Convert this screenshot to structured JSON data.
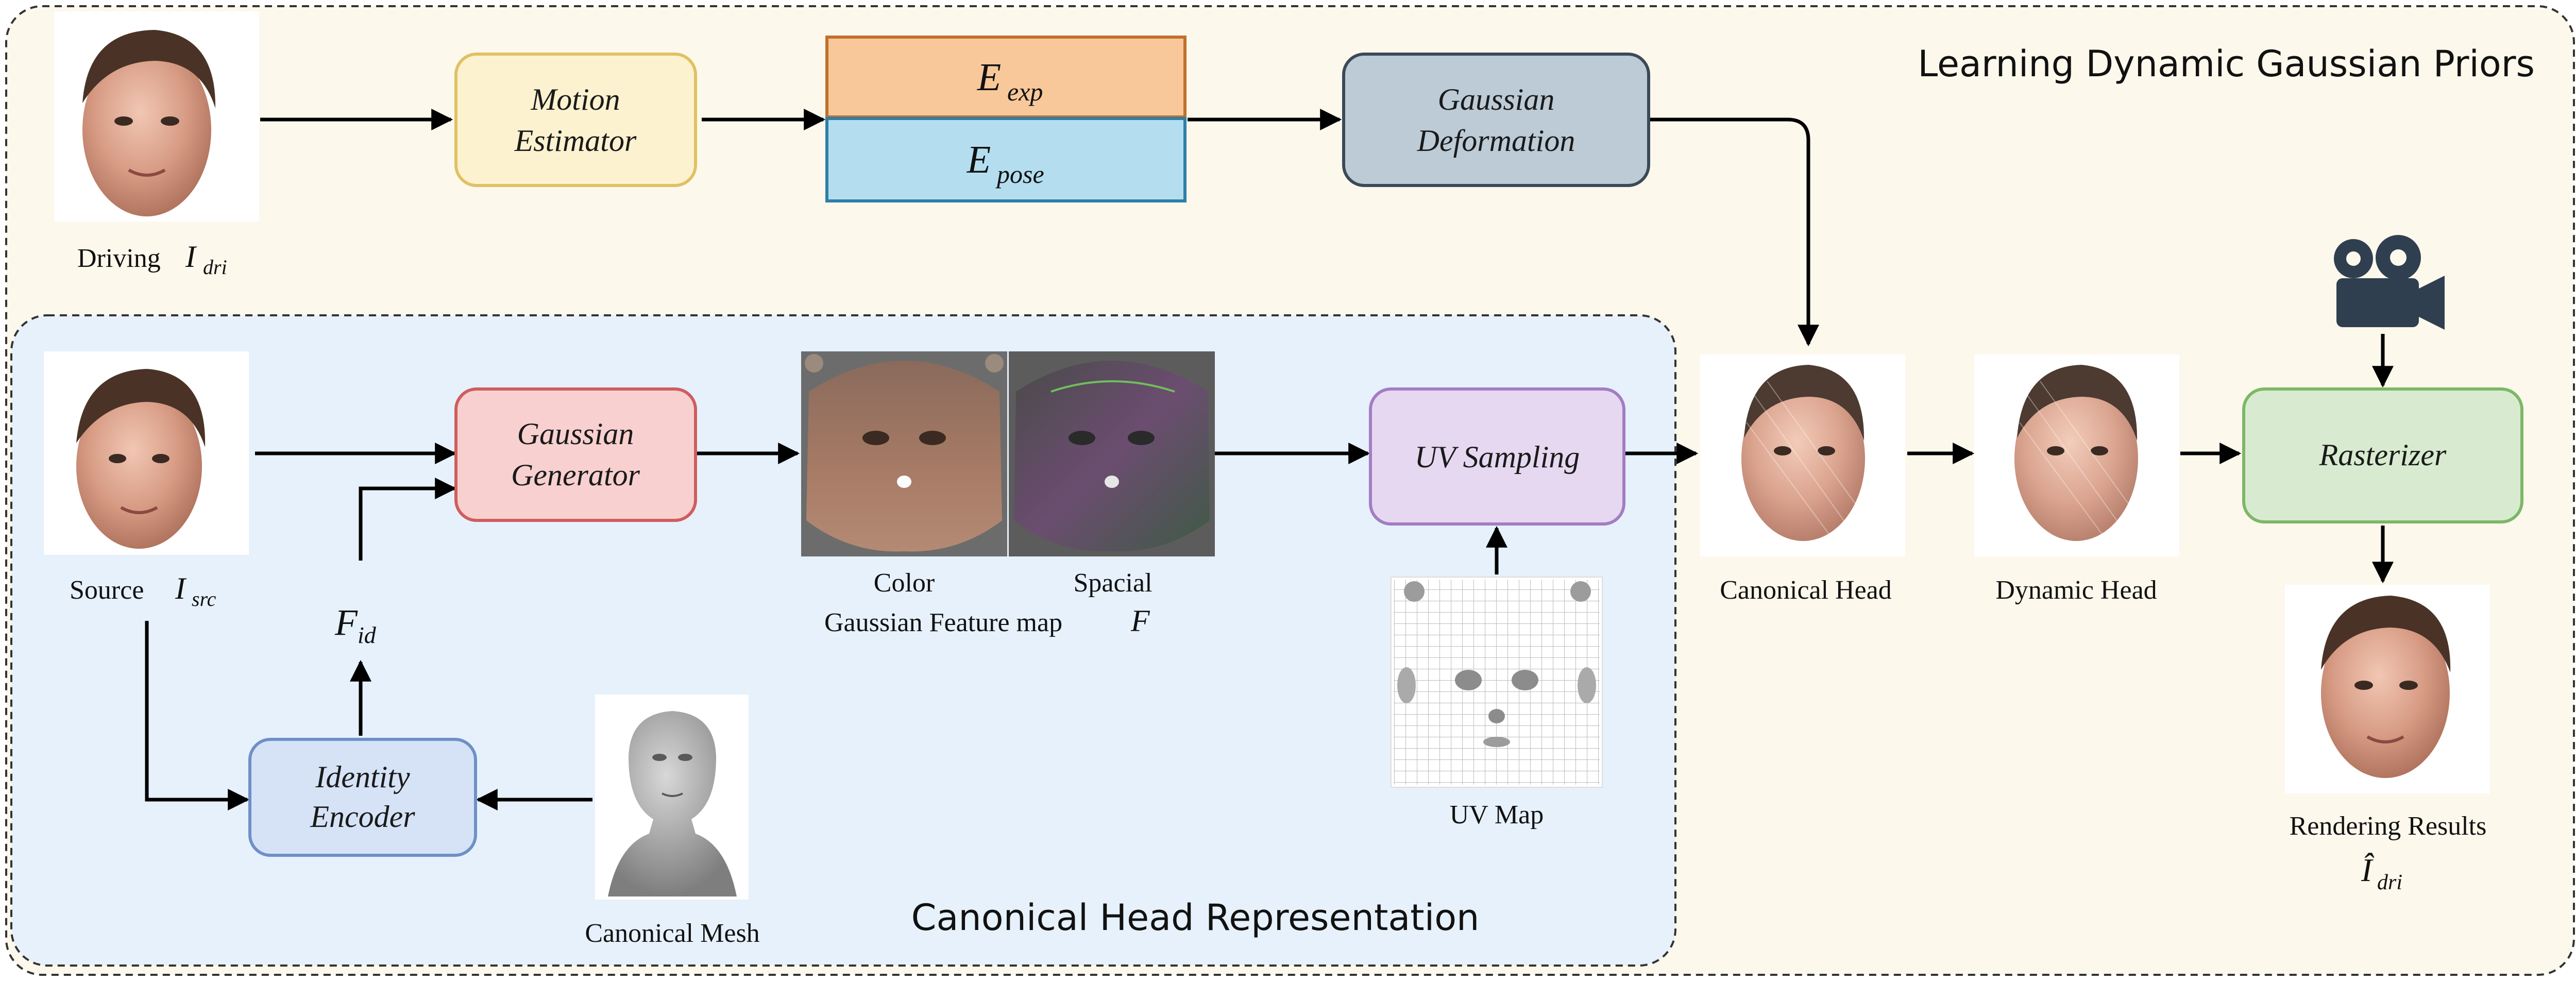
{
  "titles": {
    "outer": "Learning Dynamic Gaussian Priors",
    "inner": "Canonical Head Representation"
  },
  "boxes": {
    "motion_estimator": [
      "Motion",
      "Estimator"
    ],
    "e_exp": {
      "base": "E",
      "sub": "exp"
    },
    "e_pose": {
      "base": "E",
      "sub": "pose"
    },
    "gaussian_deformation": [
      "Gaussian",
      "Deformation"
    ],
    "gaussian_generator": [
      "Gaussian",
      "Generator"
    ],
    "uv_sampling": "UV Sampling",
    "identity_encoder": [
      "Identity",
      "Encoder"
    ],
    "rasterizer": "Rasterizer"
  },
  "labels": {
    "driving": {
      "text": "Driving",
      "math": "I",
      "sub": "dri"
    },
    "source": {
      "text": "Source",
      "math": "I",
      "sub": "src"
    },
    "f_id": {
      "math": "F",
      "sub": "id"
    },
    "color": "Color",
    "spacial": "Spacial",
    "feature_map": {
      "text": "Gaussian Feature map",
      "math": "F"
    },
    "uv_map": "UV Map",
    "canonical_mesh": "Canonical Mesh",
    "canonical_head": "Canonical Head",
    "dynamic_head": "Dynamic Head",
    "rendering_results": {
      "text": "Rendering Results",
      "math": "Î",
      "sub": "dri"
    }
  },
  "colors": {
    "outer_bg": "#fdf8ec",
    "inner_bg": "#e6f1fc",
    "motion_fill": "#fdf2cf",
    "motion_stroke": "#e0c163",
    "exp_fill": "#f8c89a",
    "exp_stroke": "#c0702d",
    "pose_fill": "#b4def0",
    "pose_stroke": "#2f7fa7",
    "deform_fill": "#bccbd6",
    "deform_stroke": "#3b4a57",
    "generator_fill": "#f8d0d0",
    "generator_stroke": "#cf5d5d",
    "uv_fill": "#e6d8f0",
    "uv_stroke": "#a37dc2",
    "identity_fill": "#d6e3f7",
    "identity_stroke": "#6f8fc7",
    "raster_fill": "#d8ebd0",
    "raster_stroke": "#7db768"
  },
  "icons": [
    "camera-icon"
  ]
}
